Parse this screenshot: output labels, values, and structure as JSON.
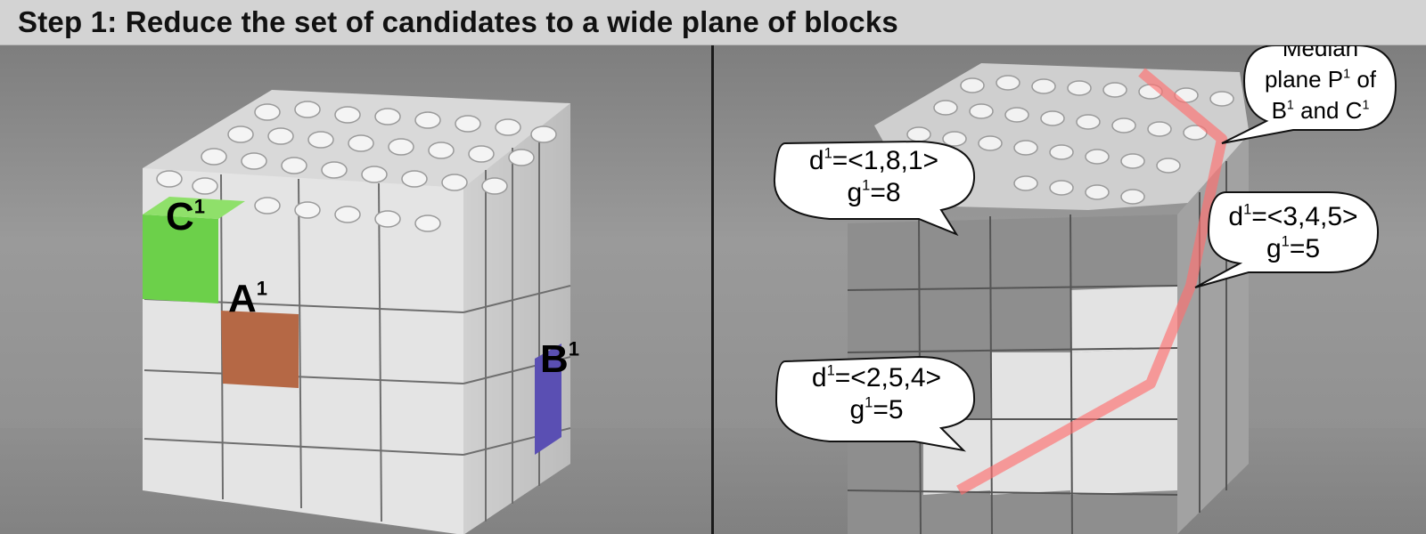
{
  "header": {
    "title": "Step 1: Reduce the set of candidates to a wide plane of blocks"
  },
  "left_panel": {
    "labels": [
      {
        "id": "c",
        "letter": "C",
        "superscript": "1",
        "color": "#6cd04a"
      },
      {
        "id": "a",
        "letter": "A",
        "superscript": "1",
        "color": "#b56845"
      },
      {
        "id": "b",
        "letter": "B",
        "superscript": "1",
        "color": "#5a4fb3"
      }
    ]
  },
  "right_panel": {
    "median_bubble": {
      "line1": "Median",
      "line2_pre": "plane P",
      "line2_sup": "1",
      "line2_post": " of",
      "line3_pre": "B",
      "line3_sup": "1",
      "line3_mid": " and C",
      "line3_sup2": "1"
    },
    "bubble_top": {
      "d_pre": "d",
      "d_sup": "1",
      "d_post": "=<1,8,1>",
      "g_pre": "g",
      "g_sup": "1",
      "g_post": "=8"
    },
    "bubble_right": {
      "d_pre": "d",
      "d_sup": "1",
      "d_post": "=<3,4,5>",
      "g_pre": "g",
      "g_sup": "1",
      "g_post": "=5"
    },
    "bubble_bottom": {
      "d_pre": "d",
      "d_sup": "1",
      "d_post": "=<2,5,4>",
      "g_pre": "g",
      "g_sup": "1",
      "g_post": "=5"
    },
    "plane_color": "#ff7070"
  },
  "colors": {
    "header_bg": "#d3d3d3",
    "block_white": "#e8e8e8",
    "block_gray": "#9c9c9c",
    "divider": "#1a1a1a"
  }
}
